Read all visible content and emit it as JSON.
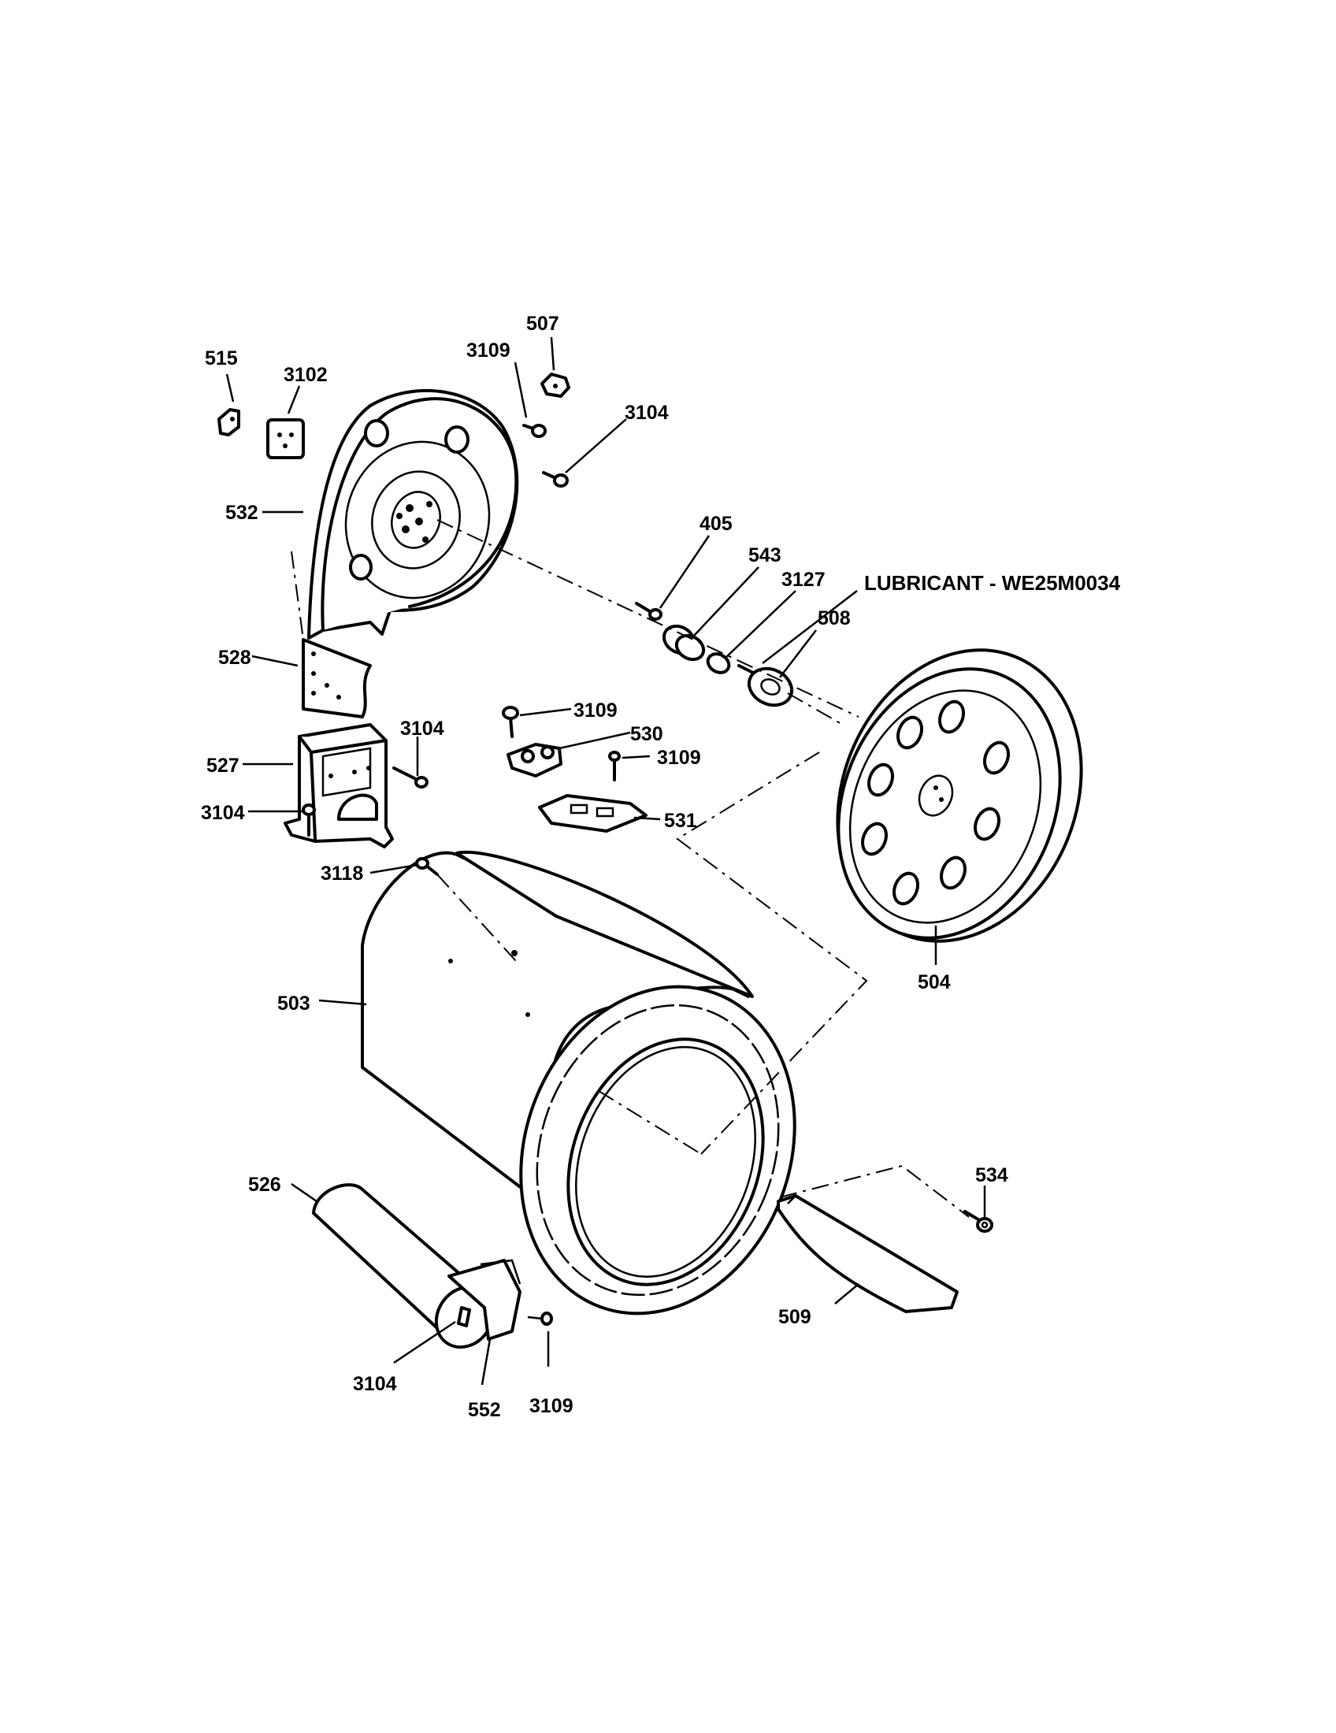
{
  "diagram": {
    "labels": {
      "p507": "507",
      "p515": "515",
      "p3109_top": "3109",
      "p3102": "3102",
      "p3104_top": "3104",
      "p532": "532",
      "p405": "405",
      "p543": "543",
      "p3127": "3127",
      "lubricant": "LUBRICANT - WE25M0034",
      "p508": "508",
      "p528": "528",
      "p3109_mid": "3109",
      "p530": "530",
      "p3104_mid": "3104",
      "p3109_mid2": "3109",
      "p527": "527",
      "p3104_left": "3104",
      "p531": "531",
      "p3118": "3118",
      "p504": "504",
      "p503": "503",
      "p534": "534",
      "p526": "526",
      "p509": "509",
      "p3104_bottom": "3104",
      "p552": "552",
      "p3109_bottom": "3109"
    }
  }
}
